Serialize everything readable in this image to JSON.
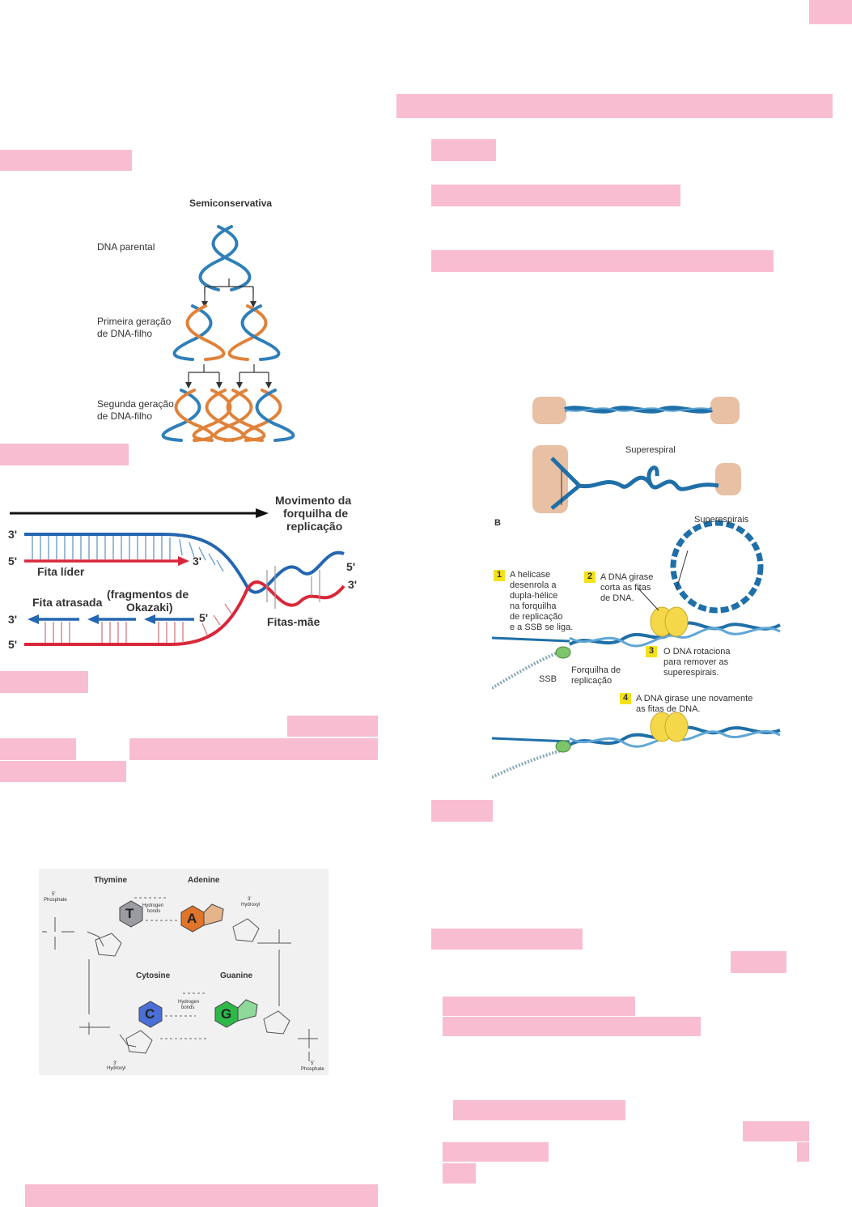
{
  "colors": {
    "highlight": "#f9bdd2",
    "dna_blue": "#2f7fb8",
    "dna_orange": "#e0823a",
    "strand_red": "#d9273a",
    "strand_blue": "#2466b0",
    "dark_blue_rope": "#1f6fa8",
    "enzyme_yellow": "#f5d84a",
    "ssb_green": "#7ec46a",
    "thymine_gray": "#9a9ca2",
    "adenine_orange": "#e0742a",
    "adenine_light": "#e6b48a",
    "cytosine_blue": "#4b6fd6",
    "guanine_green": "#2fb84a",
    "guanine_light": "#8fd99a",
    "step_yellow": "#f3e11a"
  },
  "semiconservative_figure": {
    "title": "Semiconservativa",
    "label_parent": "DNA parental",
    "label_first_gen_line1": "Primeira geração",
    "label_first_gen_line2": "de DNA-filho",
    "label_second_gen_line1": "Segunda geração",
    "label_second_gen_line2": "de DNA-filho"
  },
  "fork_figure": {
    "movement_line1": "Movimento da",
    "movement_line2": "forquilha de",
    "movement_line3": "replicação",
    "end_3_top": "3'",
    "end_5_lead": "5'",
    "end_3_lead": "3'",
    "leading_strand": "Fita líder",
    "lagging_strand": "Fita atrasada",
    "okazaki_line1": "(fragmentos de",
    "okazaki_line2": "Okazaki)",
    "end_3_lag": "3'",
    "end_5_lag_mid": "5'",
    "end_5_bottom": "5'",
    "end_5_right": "5'",
    "end_3_right": "3'",
    "parent_strands": "Fitas-mãe"
  },
  "base_pair_figure": {
    "thymine": "Thymine",
    "adenine": "Adenine",
    "cytosine": "Cytosine",
    "guanine": "Guanine",
    "phosphate_5_top": "5'",
    "phosphate_top": "Phosphate",
    "hydroxyl_3_top": "3'",
    "hydroxyl_top": "Hydroxyl",
    "hydrogen_top": "Hydrogen",
    "bonds_top": "bonds",
    "hydrogen_bottom": "Hydrogen",
    "bonds_bottom": "bonds",
    "hydroxyl_3_bottom": "3'",
    "hydroxyl_bottom": "Hydroxyl",
    "phosphate_5_bottom": "5'",
    "phosphate_bottom": "Phosphate",
    "letter_t": "T",
    "letter_a": "A",
    "letter_c": "C",
    "letter_g": "G"
  },
  "supercoil_figure": {
    "supercoil_label": "Superespiral",
    "panel_b": "B",
    "supercoils_label": "Superespirais",
    "step1_num": "1",
    "step1_line1": "A helicase",
    "step1_line2": "desenrola a",
    "step1_line3": "dupla-hélice",
    "step1_line4": "na forquilha",
    "step1_line5": "de replicação",
    "step1_line6": "e a SSB se liga.",
    "step2_num": "2",
    "step2_line1": "A DNA girase",
    "step2_line2": "corta as fitas",
    "step2_line3": "de DNA.",
    "step3_num": "3",
    "step3_line1": "O DNA rotaciona",
    "step3_line2": "para remover as",
    "step3_line3": "superespirais.",
    "ssb_label": "SSB",
    "fork_label_line1": "Forquilha de",
    "fork_label_line2": "replicação",
    "step4_num": "4",
    "step4_line1": "A DNA girase une novamente",
    "step4_line2": "as fitas de DNA."
  }
}
